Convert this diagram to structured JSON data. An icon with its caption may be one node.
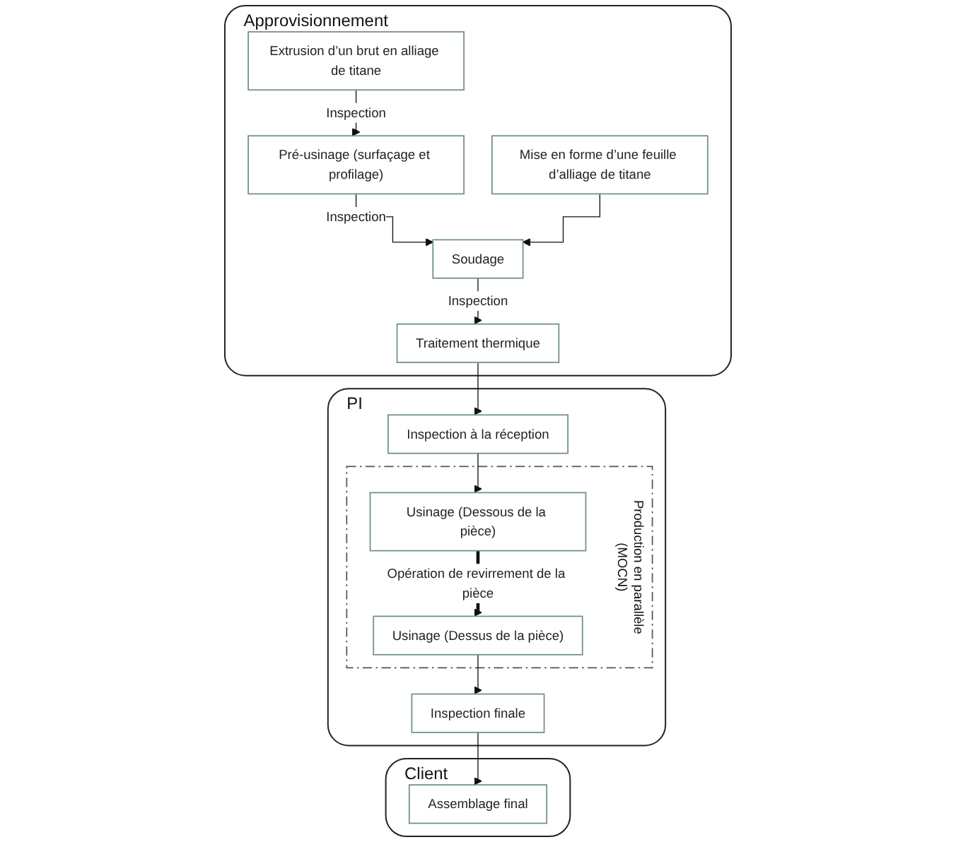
{
  "diagram": {
    "nodes": [
      {
        "text": [
          "Approvisionnement"
        ]
      },
      {
        "text": [
          "Extrusion d’un brut en alliage de titane"
        ],
        "in": 0
      },
      {
        "text": [
          "Pré-usinage (surfaçage et profilage)"
        ],
        "in": 0
      },
      {
        "text": [
          "Mise en forme d’une feuille d’alliage de titane"
        ],
        "in": 0
      },
      {
        "text": [
          "Soudage"
        ],
        "in": 0
      },
      {
        "text": [
          "Traitement thermique"
        ],
        "in": 0
      },
      {
        "text": [
          "PI"
        ]
      },
      {
        "text": [
          "Inspection à la réception"
        ],
        "in": 6
      },
      {
        "text": [
          "Production en parallèle (MOCN)"
        ],
        "in": 6
      },
      {
        "text": [
          "Usinage (Dessous de la pièce)"
        ],
        "in": 8
      },
      {
        "text": [
          "Usinage (Dessus de la pièce)"
        ],
        "in": 8
      },
      {
        "text": [
          "Inspection finale"
        ],
        "in": 6
      },
      {
        "text": [
          "Client"
        ]
      },
      {
        "text": [
          "Assemblage final"
        ],
        "in": 12
      }
    ],
    "edges": [
      {
        "from": 1,
        "to": 2,
        "arrow": "to",
        "label": "Inspection"
      },
      {
        "from": 2,
        "to": 4,
        "arrow": "to",
        "label": "Inspection"
      },
      {
        "from": 3,
        "to": 4,
        "arrow": "to"
      },
      {
        "from": 4,
        "to": 5,
        "arrow": "to",
        "label": "Inspection"
      },
      {
        "from": 5,
        "to": 7,
        "arrow": "to"
      },
      {
        "from": 7,
        "to": 9,
        "arrow": "to"
      },
      {
        "from": 9,
        "to": 10,
        "arrow": "to",
        "label": "Opération de revirrement de la pièce",
        "style": "thick"
      },
      {
        "from": 10,
        "to": 11,
        "arrow": "to"
      },
      {
        "from": 11,
        "to": 13,
        "arrow": "to"
      }
    ]
  }
}
